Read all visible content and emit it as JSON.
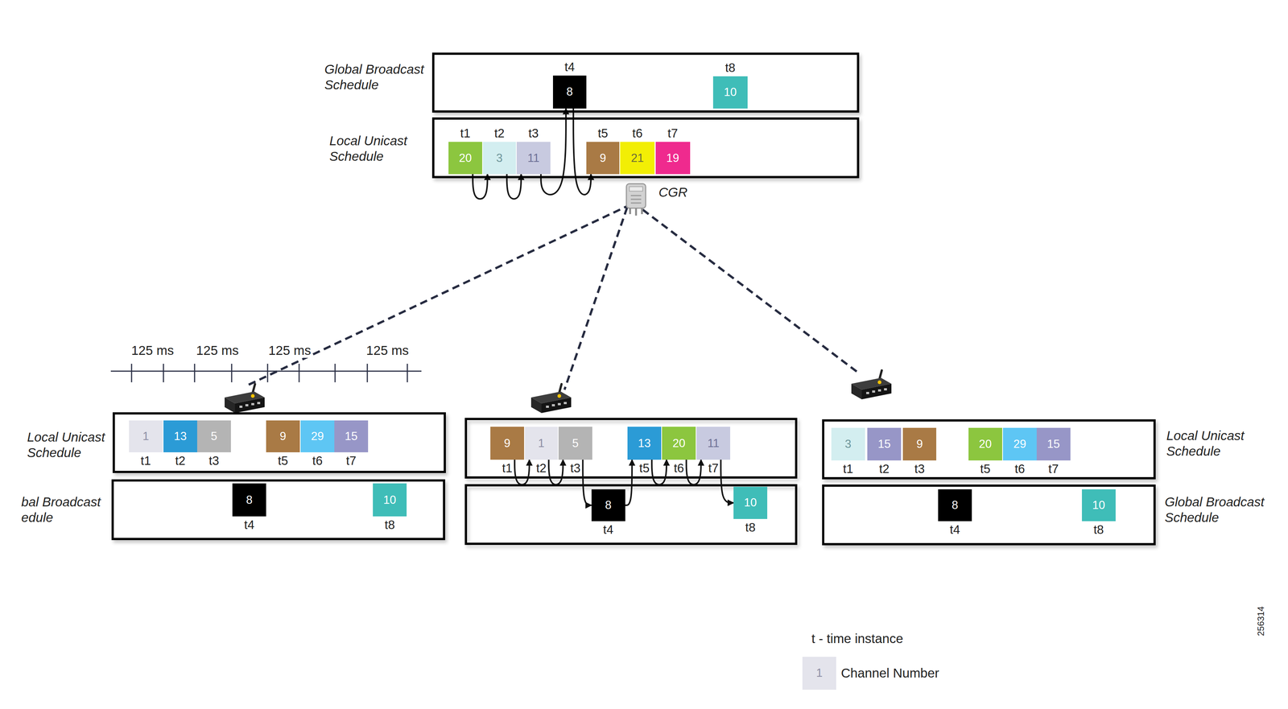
{
  "diagram": {
    "nodes": [
      {
        "text": [
          "Global Broadcast Schedule"
        ]
      },
      {
        "text": [
          "8",
          "t4"
        ],
        "in": 0
      },
      {
        "text": [
          "10",
          "t8"
        ],
        "in": 0
      },
      {
        "text": [
          "Local Unicast Schedule"
        ]
      },
      {
        "text": [
          "20",
          "t1"
        ],
        "in": 3
      },
      {
        "text": [
          "3",
          "t2"
        ],
        "in": 3
      },
      {
        "text": [
          "11",
          "t3"
        ],
        "in": 3
      },
      {
        "text": [
          "9",
          "t5"
        ],
        "in": 3
      },
      {
        "text": [
          "21",
          "t6"
        ],
        "in": 3
      },
      {
        "text": [
          "19",
          "t7"
        ],
        "in": 3
      },
      {
        "text": [
          "Local Unicast Schedule"
        ]
      },
      {
        "text": [
          "1",
          "t1"
        ],
        "in": 10
      },
      {
        "text": [
          "13",
          "t2"
        ],
        "in": 10
      },
      {
        "text": [
          "5",
          "t3"
        ],
        "in": 10
      },
      {
        "text": [
          "9",
          "t5"
        ],
        "in": 10
      },
      {
        "text": [
          "29",
          "t6"
        ],
        "in": 10
      },
      {
        "text": [
          "15",
          "t7"
        ],
        "in": 10
      },
      {
        "text": [
          "bal Broadcast edule"
        ]
      },
      {
        "text": [
          "8",
          "t4"
        ],
        "in": 17
      },
      {
        "text": [
          "10",
          "t8"
        ],
        "in": 17
      },
      {
        "text": [
          "9",
          "t1"
        ]
      },
      {
        "text": [
          "1",
          "t2"
        ]
      },
      {
        "text": [
          "5",
          "t3"
        ]
      },
      {
        "text": [
          "13",
          "t5"
        ]
      },
      {
        "text": [
          "20",
          "t6"
        ]
      },
      {
        "text": [
          "11",
          "t7"
        ]
      },
      {
        "text": [
          "8",
          "t4"
        ]
      },
      {
        "text": [
          "10",
          "t8"
        ]
      },
      {
        "text": [
          "Local Unicast Schedule"
        ]
      },
      {
        "text": [
          "3",
          "t1"
        ],
        "in": 28
      },
      {
        "text": [
          "15",
          "t2"
        ],
        "in": 28
      },
      {
        "text": [
          "9",
          "t3"
        ],
        "in": 28
      },
      {
        "text": [
          "20",
          "t5"
        ],
        "in": 28
      },
      {
        "text": [
          "29",
          "t6"
        ],
        "in": 28
      },
      {
        "text": [
          "15",
          "t7"
        ],
        "in": 28
      },
      {
        "text": [
          "Global Broadcast Schedule"
        ]
      },
      {
        "text": [
          "8",
          "t4"
        ],
        "in": 35
      },
      {
        "text": [
          "10",
          "t8"
        ],
        "in": 35
      }
    ],
    "edges": [
      {
        "from": 4,
        "to": 5,
        "arrow": "to"
      },
      {
        "from": 5,
        "to": 6,
        "arrow": "to"
      },
      {
        "from": 6,
        "to": 1,
        "arrow": "to"
      },
      {
        "from": 1,
        "to": 7,
        "arrow": "to"
      },
      {
        "from": 20,
        "to": 21,
        "arrow": "to"
      },
      {
        "from": 21,
        "to": 22,
        "arrow": "to"
      },
      {
        "from": 22,
        "to": 26,
        "arrow": "to"
      },
      {
        "from": 26,
        "to": 23,
        "arrow": "to"
      },
      {
        "from": 23,
        "to": 24,
        "arrow": "to"
      },
      {
        "from": 24,
        "to": 25,
        "arrow": "to"
      },
      {
        "from": 25,
        "to": 27,
        "arrow": "to"
      }
    ],
    "labels": [
      "125 ms",
      "125 ms",
      "125 ms",
      "125 ms",
      "CGR",
      "t - time instance",
      "1",
      "256314"
    ],
    "legend": [
      {
        "text": "Channel Number",
        "color": "#e4e4ec"
      }
    ]
  }
}
